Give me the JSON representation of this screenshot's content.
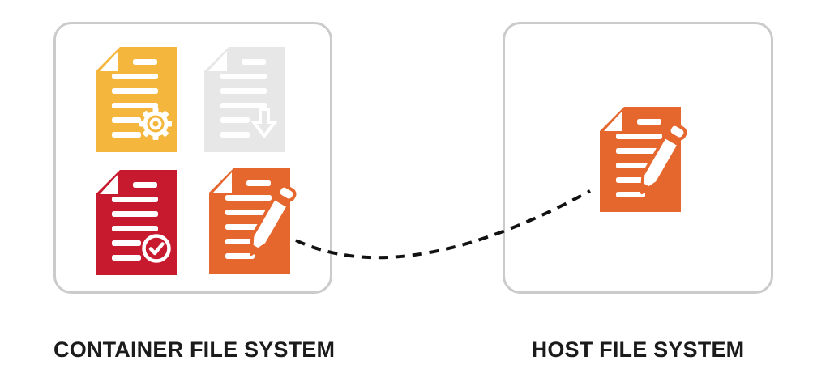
{
  "labels": {
    "container": "CONTAINER FILE SYSTEM",
    "host": "HOST FILE SYSTEM"
  },
  "colors": {
    "amber": "#F4B63D",
    "light_gray": "#E7E7E7",
    "red": "#C71A2F",
    "orange": "#E6672E",
    "panel_border": "#CBCBCB",
    "label_text": "#1B1B1B",
    "connector": "#111111",
    "white": "#FFFFFF"
  },
  "container_panel": {
    "name": "container-file-system",
    "files": [
      {
        "name": "config-file",
        "icon": "gear-icon",
        "color": "#F4B63D"
      },
      {
        "name": "download-file",
        "icon": "download-arrow-icon",
        "color": "#E7E7E7"
      },
      {
        "name": "verified-file",
        "icon": "check-circle-icon",
        "color": "#C71A2F"
      },
      {
        "name": "edited-file",
        "icon": "pencil-icon",
        "color": "#E6672E"
      }
    ]
  },
  "host_panel": {
    "name": "host-file-system",
    "files": [
      {
        "name": "edited-file",
        "icon": "pencil-icon",
        "color": "#E6672E"
      }
    ]
  },
  "connector": {
    "style": "dashed",
    "color": "#111111",
    "from": "container edited-file",
    "to": "host edited-file"
  }
}
